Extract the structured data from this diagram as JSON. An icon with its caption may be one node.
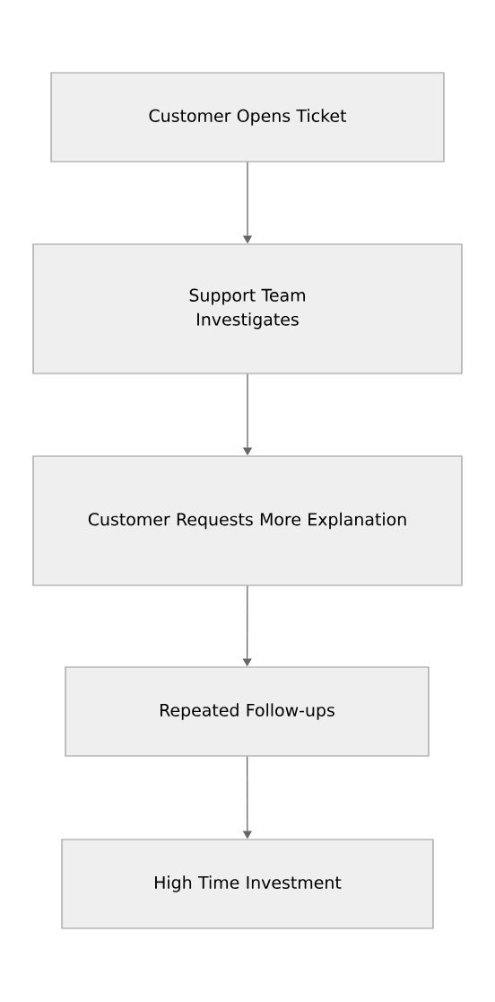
{
  "diagram": {
    "nodes": [
      {
        "text": [
          "Customer Opens Ticket"
        ]
      },
      {
        "text": [
          "Support Team Investigates"
        ]
      },
      {
        "text": [
          "Customer Requests More Explanation"
        ]
      },
      {
        "text": [
          "Repeated Follow-ups"
        ]
      },
      {
        "text": [
          "High Time Investment"
        ]
      }
    ],
    "edges": [
      {
        "from": 0,
        "to": 1,
        "arrow": "to"
      },
      {
        "from": 1,
        "to": 2,
        "arrow": "to"
      },
      {
        "from": 2,
        "to": 3,
        "arrow": "to"
      },
      {
        "from": 3,
        "to": 4,
        "arrow": "to"
      }
    ]
  }
}
